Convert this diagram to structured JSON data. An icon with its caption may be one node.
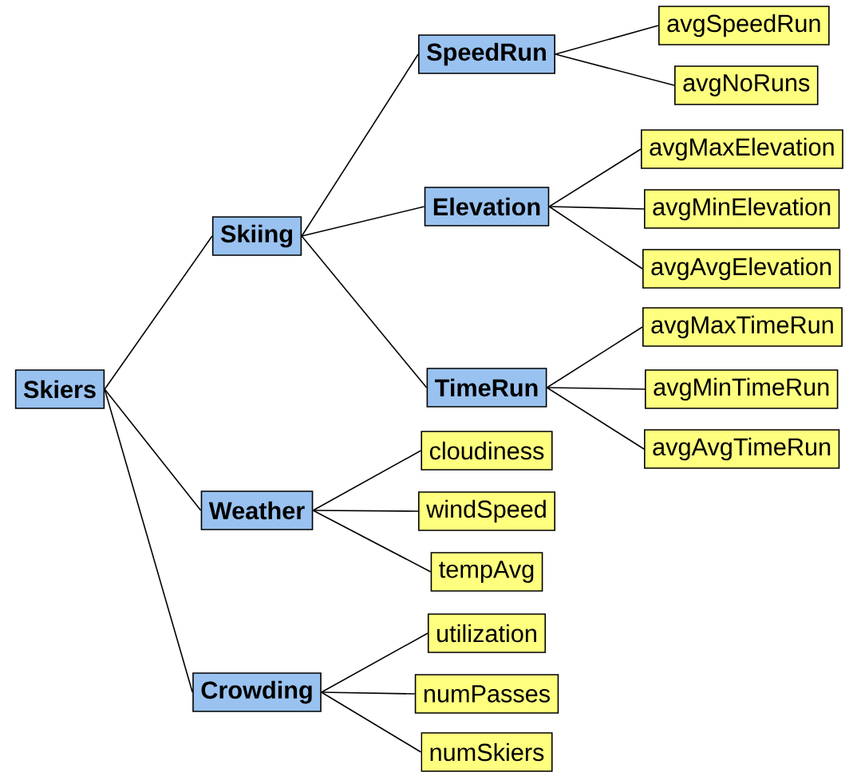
{
  "diagram": {
    "nodes": [
      {
        "text": [
          "Skiers"
        ]
      },
      {
        "text": [
          "Skiing"
        ]
      },
      {
        "text": [
          "SpeedRun"
        ]
      },
      {
        "text": [
          "avgSpeedRun"
        ]
      },
      {
        "text": [
          "avgNoRuns"
        ]
      },
      {
        "text": [
          "Elevation"
        ]
      },
      {
        "text": [
          "avgMaxElevation"
        ]
      },
      {
        "text": [
          "avgMinElevation"
        ]
      },
      {
        "text": [
          "avgAvgElevation"
        ]
      },
      {
        "text": [
          "TimeRun"
        ]
      },
      {
        "text": [
          "avgMaxTimeRun"
        ]
      },
      {
        "text": [
          "avgMinTimeRun"
        ]
      },
      {
        "text": [
          "avgAvgTimeRun"
        ]
      },
      {
        "text": [
          "Weather"
        ]
      },
      {
        "text": [
          "cloudiness"
        ]
      },
      {
        "text": [
          "windSpeed"
        ]
      },
      {
        "text": [
          "tempAvg"
        ]
      },
      {
        "text": [
          "Crowding"
        ]
      },
      {
        "text": [
          "utilization"
        ]
      },
      {
        "text": [
          "numPasses"
        ]
      },
      {
        "text": [
          "numSkiers"
        ]
      }
    ],
    "edges": [
      {
        "from": 0,
        "to": 1,
        "arrow": "none"
      },
      {
        "from": 0,
        "to": 13,
        "arrow": "none"
      },
      {
        "from": 0,
        "to": 17,
        "arrow": "none"
      },
      {
        "from": 1,
        "to": 2,
        "arrow": "none"
      },
      {
        "from": 1,
        "to": 5,
        "arrow": "none"
      },
      {
        "from": 1,
        "to": 9,
        "arrow": "none"
      },
      {
        "from": 2,
        "to": 3,
        "arrow": "none"
      },
      {
        "from": 2,
        "to": 4,
        "arrow": "none"
      },
      {
        "from": 5,
        "to": 6,
        "arrow": "none"
      },
      {
        "from": 5,
        "to": 7,
        "arrow": "none"
      },
      {
        "from": 5,
        "to": 8,
        "arrow": "none"
      },
      {
        "from": 9,
        "to": 10,
        "arrow": "none"
      },
      {
        "from": 9,
        "to": 11,
        "arrow": "none"
      },
      {
        "from": 9,
        "to": 12,
        "arrow": "none"
      },
      {
        "from": 13,
        "to": 14,
        "arrow": "none"
      },
      {
        "from": 13,
        "to": 15,
        "arrow": "none"
      },
      {
        "from": 13,
        "to": 16,
        "arrow": "none"
      },
      {
        "from": 17,
        "to": 18,
        "arrow": "none"
      },
      {
        "from": 17,
        "to": 19,
        "arrow": "none"
      },
      {
        "from": 17,
        "to": 20,
        "arrow": "none"
      }
    ]
  }
}
